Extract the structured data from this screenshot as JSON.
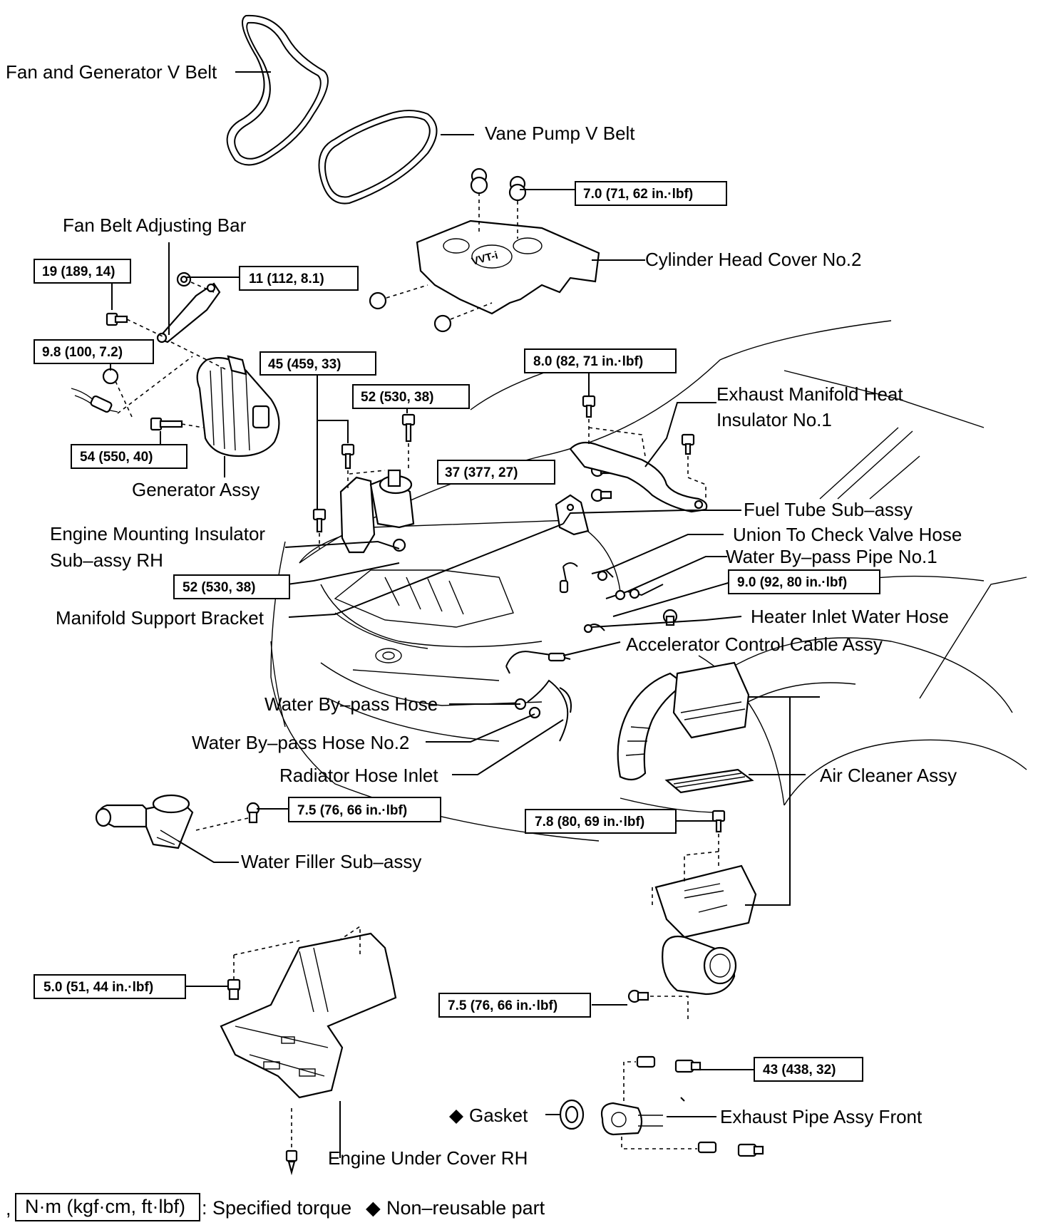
{
  "parts": {
    "fan_generator_belt": "Fan and Generator V Belt",
    "vane_pump_belt": "Vane Pump V Belt",
    "cyl_head_cover": "Cylinder Head Cover No.2",
    "fan_belt_adj_bar": "Fan Belt Adjusting Bar",
    "exhaust_heat_ins_1": "Exhaust  Manifold  Heat",
    "exhaust_heat_ins_2": "Insulator No.1",
    "fuel_tube": "Fuel Tube Sub–assy",
    "union_check_hose": "Union To Check Valve Hose",
    "water_bypass_pipe": "Water By–pass Pipe No.1",
    "generator_assy": "Generator Assy",
    "engine_mount_1": "Engine Mounting Insulator",
    "engine_mount_2": "Sub–assy RH",
    "heater_inlet_hose": "Heater Inlet Water Hose",
    "accel_cable": "Accelerator Control Cable Assy",
    "manifold_bracket": "Manifold Support Bracket",
    "water_bypass_hose": "Water By–pass Hose",
    "water_bypass_hose2": "Water By–pass Hose No.2",
    "radiator_hose_inlet": "Radiator Hose Inlet",
    "air_cleaner": "Air Cleaner Assy",
    "water_filler": "Water Filler Sub–assy",
    "gasket": "Gasket",
    "exhaust_pipe": "Exhaust Pipe Assy Front",
    "engine_under_cover": "Engine Under Cover RH",
    "vvti_logo": "VVT-i"
  },
  "torques": {
    "t_cyl_cover": "7.0 (71, 62 in.·lbf)",
    "t_19": "19 (189, 14)",
    "t_11": "11 (112, 8.1)",
    "t_98": "9.8 (100, 7.2)",
    "t_45": "45 (459, 33)",
    "t_52a": "52 (530, 38)",
    "t_80": "8.0 (82, 71 in.·lbf)",
    "t_54": "54 (550, 40)",
    "t_37": "37 (377, 27)",
    "t_52b": "52 (530, 38)",
    "t_90": "9.0 (92, 80 in.·lbf)",
    "t_75a": "7.5 (76, 66 in.·lbf)",
    "t_78": "7.8 (80, 69 in.·lbf)",
    "t_50": "5.0 (51, 44 in.·lbf)",
    "t_75b": "7.5 (76, 66 in.·lbf)",
    "t_43": "43 (438, 32)"
  },
  "legend": {
    "prefix": ",",
    "unit_box": "N·m (kgf·cm, ft·lbf)",
    "specified": ": Specified torque",
    "diamond": "◆",
    "nonreusable": "Non–reusable part"
  }
}
